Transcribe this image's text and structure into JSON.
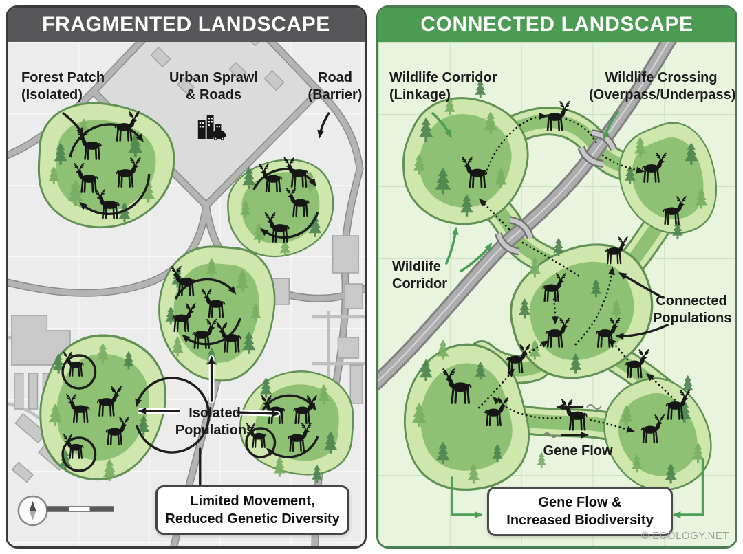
{
  "fragmented": {
    "title": "FRAGMENTED LANDSCAPE",
    "labels": {
      "forest_patch": "Forest Patch\n(Isolated)",
      "urban_sprawl": "Urban Sprawl\n& Roads",
      "road_barrier": "Road\n(Barrier)",
      "isolated_populations": "Isolated\nPopulations",
      "callout": "Limited Movement,\nReduced Genetic Diversity"
    },
    "colors": {
      "header": "#57575A",
      "map_bg": "#ECECEC",
      "road": "#9E9E9E",
      "building": "#C9C9C9",
      "patch_outer": "#CFE7AD",
      "patch_inner": "#8EC173",
      "patch_border": "#5F9054",
      "tree_dark": "#4E8550",
      "tree_light": "#79AE63",
      "wildlife": "#161616"
    },
    "icons": {
      "city-icon": "building skyline with car",
      "compass-icon": "north-south needle in circle",
      "scale-bar-icon": "map scale bar",
      "deer-icon": "deer silhouette",
      "pine-tree-icon": "conifer silhouette"
    }
  },
  "connected": {
    "title": "CONNECTED LANDSCAPE",
    "labels": {
      "corridor_linkage": "Wildlife Corridor\n(Linkage)",
      "crossing": "Wildlife Crossing\n(Overpass/Underpass)",
      "corridor": "Wildlife\nCorridor",
      "connected_populations": "Connected\nPopulations",
      "gene_flow": "Gene Flow",
      "callout": "Gene Flow &\nIncreased Biodiversity"
    },
    "credit": "© ECOLOGY.NET",
    "colors": {
      "header": "#4B9B52",
      "map_bg": "#E8F4DE",
      "grid": "#CBE3BE",
      "accent": "#4C9F57",
      "border": "#4A7E4E",
      "road": "#ADADAD"
    },
    "icons": {
      "wildlife-crossing-icon": "underpass wing walls",
      "deer-icon": "deer silhouette",
      "pine-tree-icon": "conifer silhouette",
      "gene-flow-squiggle-icon": "wavy gene-flow line"
    }
  }
}
